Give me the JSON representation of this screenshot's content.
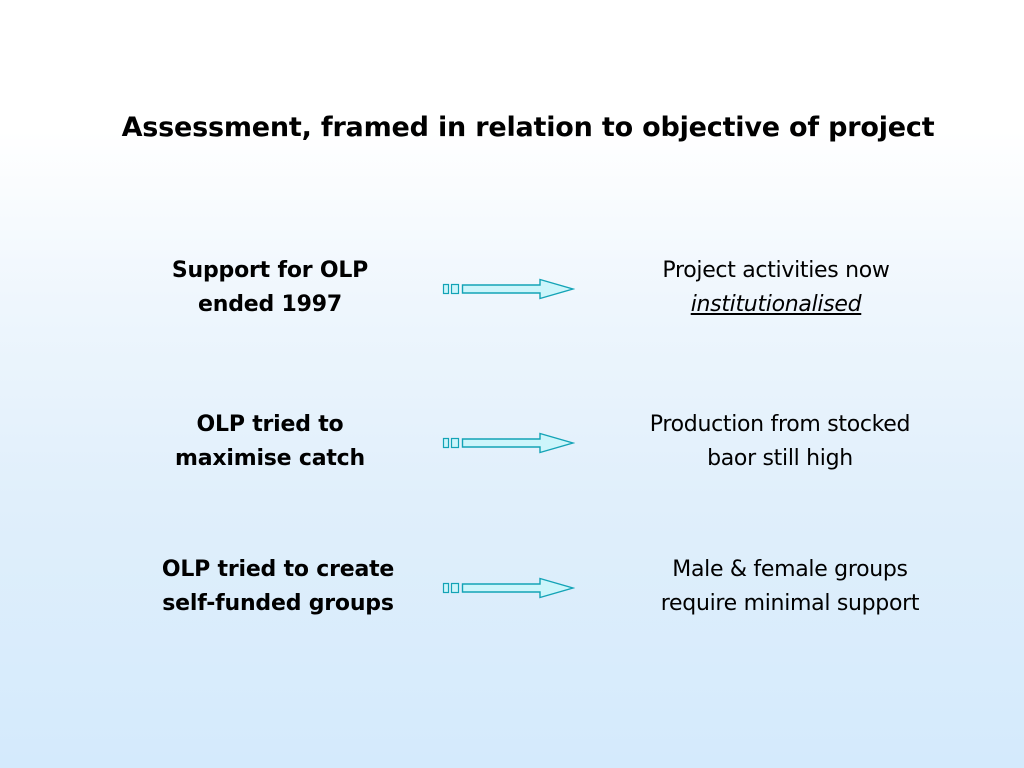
{
  "title": "Assessment, framed in relation to objective of  project",
  "rows": [
    {
      "cause": [
        "Support for OLP",
        "ended 1997"
      ],
      "effect": [
        "Project activities now",
        "institutionalised"
      ]
    },
    {
      "cause": [
        "OLP tried to",
        "maximise catch"
      ],
      "effect": [
        "Production from stocked",
        "baor still high"
      ]
    },
    {
      "cause": [
        "OLP tried to create",
        "self-funded groups"
      ],
      "effect": [
        "Male & female groups",
        "require minimal support"
      ]
    }
  ],
  "colors": {
    "arrow_fill": "#ccf5fb",
    "arrow_stroke": "#13a3b6",
    "background_top": "#ffffff",
    "background_bottom": "#d4eafc"
  },
  "icons": {
    "arrow": "striped-block-arrow-right-icon"
  }
}
